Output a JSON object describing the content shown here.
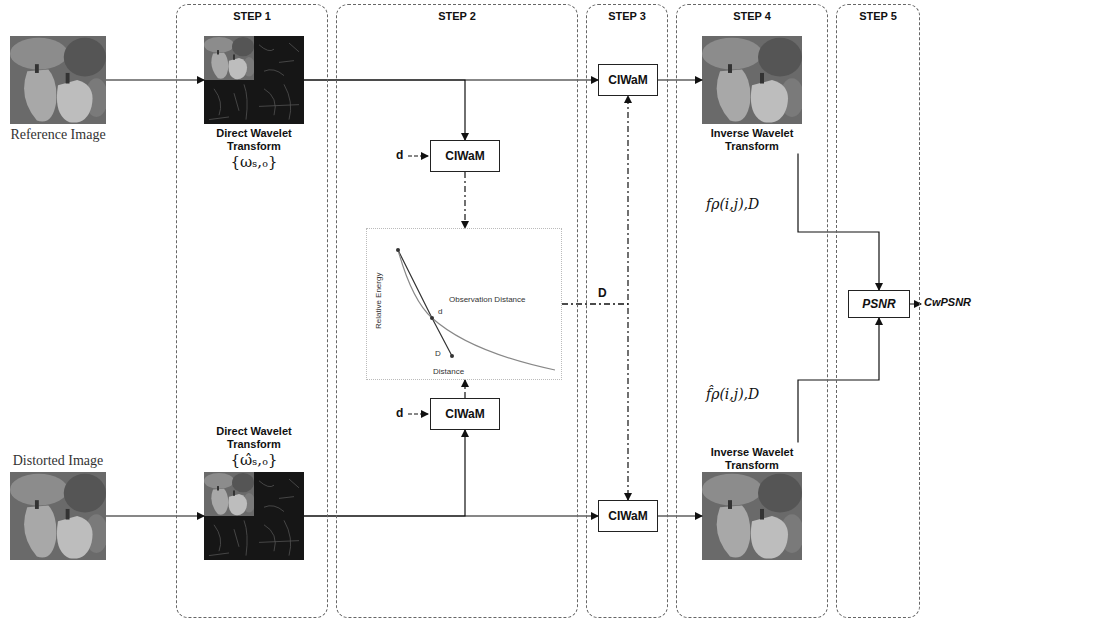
{
  "diagram": {
    "nodes": [
      {
        "text": [
          "Reference Image"
        ]
      },
      {
        "text": [
          "Distorted Image"
        ]
      },
      {
        "text": [
          "STEP 1"
        ]
      },
      {
        "text": [
          "Direct Wavelet Transform",
          "{ωₛ,ₒ}"
        ],
        "in": 2
      },
      {
        "text": [
          "Direct Wavelet Transform",
          "{ω̂ₛ,ₒ}"
        ],
        "in": 2
      },
      {
        "text": [
          "STEP 2"
        ]
      },
      {
        "text": [
          "CIWaM"
        ],
        "in": 5
      },
      {
        "text": [
          "Relative Energy",
          "Observation Distance",
          "d",
          "D",
          "Distance"
        ],
        "in": 5
      },
      {
        "text": [
          "CIWaM"
        ],
        "in": 5
      },
      {
        "text": [
          "STEP 3"
        ]
      },
      {
        "text": [
          "CIWaM"
        ],
        "in": 9
      },
      {
        "text": [
          "CIWaM"
        ],
        "in": 9
      },
      {
        "text": [
          "STEP 4"
        ]
      },
      {
        "text": [
          "Inverse Wavelet Transform"
        ],
        "in": 12
      },
      {
        "text": [
          "Inverse Wavelet Transform"
        ],
        "in": 12
      },
      {
        "text": [
          "STEP 5"
        ]
      },
      {
        "text": [
          "PSNR"
        ],
        "in": 15
      }
    ],
    "edges": [
      {
        "from": 0,
        "to": 3,
        "arrow": "to"
      },
      {
        "from": 3,
        "to": 10,
        "arrow": "to"
      },
      {
        "from": 3,
        "to": 6,
        "arrow": "to"
      },
      {
        "from": 1,
        "to": 4,
        "arrow": "to"
      },
      {
        "from": 4,
        "to": 11,
        "arrow": "to"
      },
      {
        "from": 4,
        "to": 8,
        "arrow": "to"
      },
      {
        "from": 6,
        "to": 7,
        "arrow": "to"
      },
      {
        "from": 8,
        "to": 7,
        "arrow": "to"
      },
      {
        "from": 7,
        "to": 10,
        "arrow": "to",
        "label": "D"
      },
      {
        "from": 7,
        "to": 11,
        "arrow": "to"
      },
      {
        "from": 10,
        "to": 13,
        "arrow": "to"
      },
      {
        "from": 11,
        "to": 14,
        "arrow": "to"
      },
      {
        "from": 13,
        "to": 16,
        "arrow": "to",
        "label": "fρ(i,j),D"
      },
      {
        "from": 14,
        "to": 16,
        "arrow": "to",
        "label": "f̂ρ(i,j),D"
      }
    ],
    "labels": [
      "d",
      "d",
      "CwPSNR"
    ]
  }
}
